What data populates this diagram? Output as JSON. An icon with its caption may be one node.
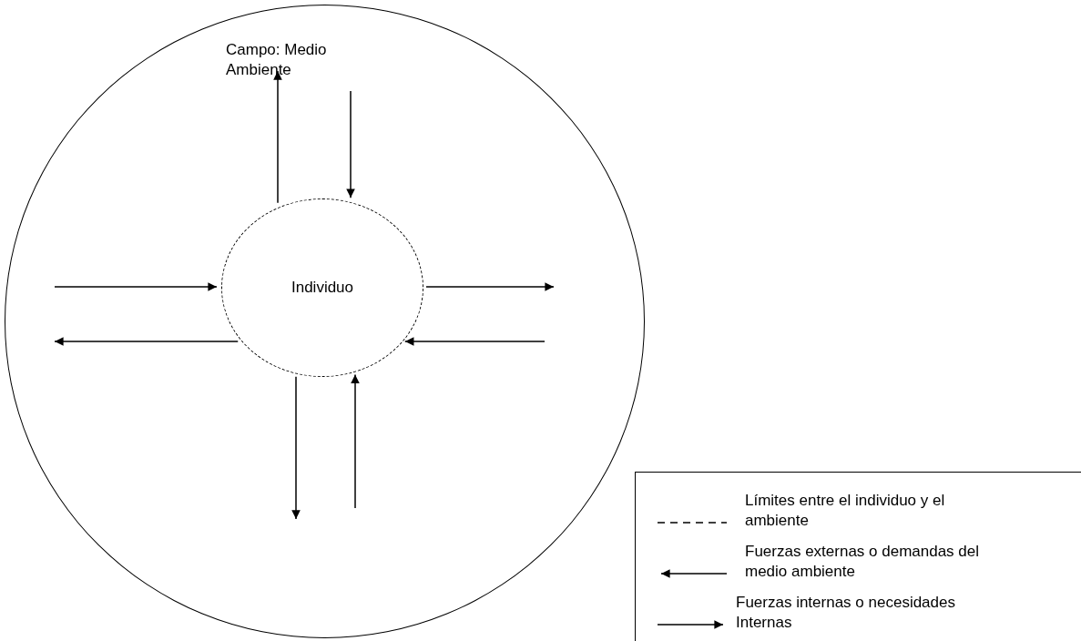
{
  "diagram": {
    "nodes": [
      {
        "text": [
          "Campo: Medio Ambiente"
        ]
      },
      {
        "text": [
          "Individuo"
        ],
        "in": 0
      }
    ],
    "edges": [
      {
        "from": 1,
        "to": null,
        "arrow": "to"
      },
      {
        "from": null,
        "to": 1,
        "arrow": "to"
      },
      {
        "from": null,
        "to": 1,
        "arrow": "to"
      },
      {
        "from": 1,
        "to": null,
        "arrow": "to"
      },
      {
        "from": 1,
        "to": null,
        "arrow": "to"
      },
      {
        "from": null,
        "to": 1,
        "arrow": "to"
      },
      {
        "from": 1,
        "to": null,
        "arrow": "to"
      },
      {
        "from": null,
        "to": 1,
        "arrow": "to"
      }
    ],
    "legend": [
      {
        "text": "Límites entre el individuo y el ambiente"
      },
      {
        "text": "Fuerzas externas o demandas del medio ambiente"
      },
      {
        "text": "Fuerzas internas o necesidades Internas"
      }
    ]
  }
}
